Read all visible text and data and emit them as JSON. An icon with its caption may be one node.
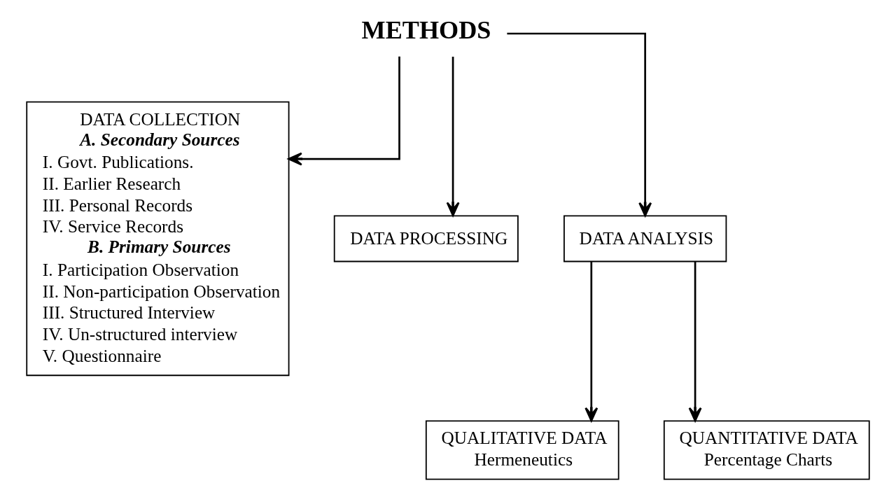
{
  "diagram": {
    "nodes": [
      {
        "text": [
          "METHODS"
        ]
      },
      {
        "text": [
          "DATA COLLECTION",
          "A. Secondary Sources",
          "I. Govt. Publications.",
          "II. Earlier Research",
          "III. Personal Records",
          "IV. Service Records",
          "B. Primary Sources",
          "I. Participation Observation",
          "II. Non-participation Observation",
          "III. Structured Interview",
          "IV. Un-structured interview",
          "V. Questionnaire"
        ]
      },
      {
        "text": [
          "DATA PROCESSING"
        ]
      },
      {
        "text": [
          "DATA ANALYSIS"
        ]
      },
      {
        "text": [
          "QUALITATIVE DATA",
          "Hermeneutics"
        ]
      },
      {
        "text": [
          "QUANTITATIVE DATA",
          "Percentage Charts"
        ]
      }
    ],
    "edges": [
      {
        "from": 0,
        "to": 1,
        "arrow": "to"
      },
      {
        "from": 0,
        "to": 2,
        "arrow": "to"
      },
      {
        "from": 0,
        "to": 3,
        "arrow": "to"
      },
      {
        "from": 3,
        "to": 4,
        "arrow": "to"
      },
      {
        "from": 3,
        "to": 5,
        "arrow": "to"
      }
    ]
  }
}
